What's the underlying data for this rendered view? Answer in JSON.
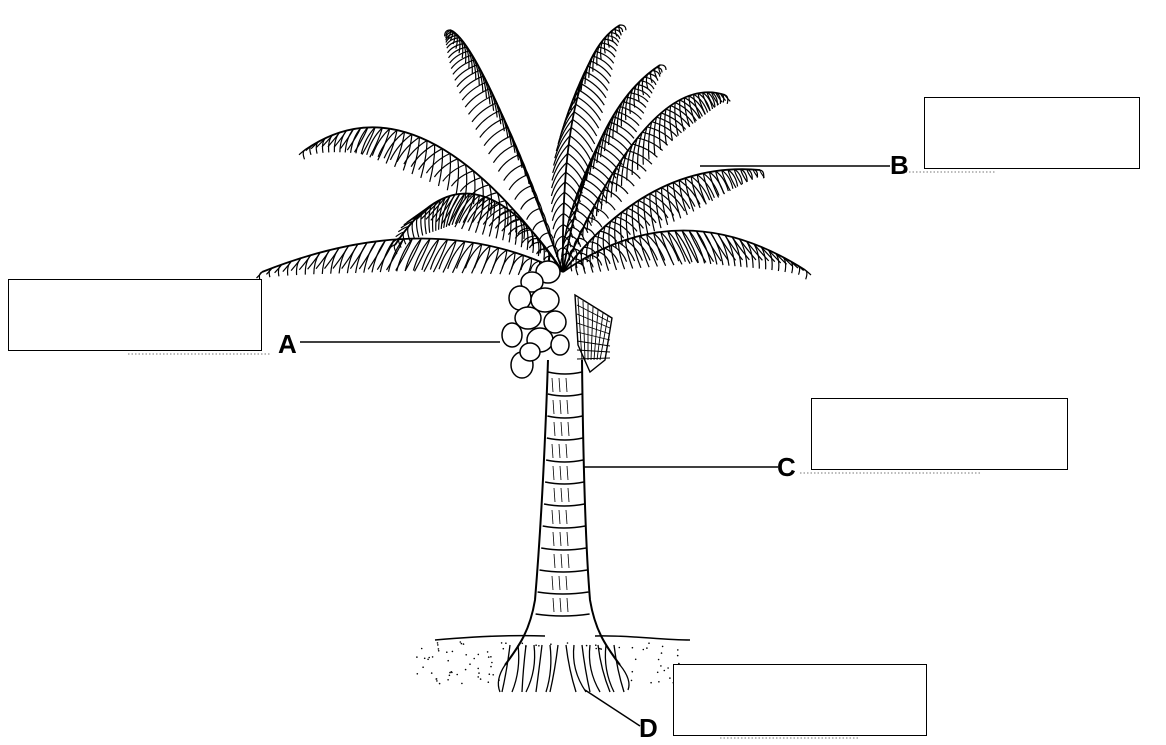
{
  "labels": {
    "a": "A",
    "b": "B",
    "c": "C",
    "d": "D"
  },
  "answer_boxes": {
    "a": "",
    "b": "",
    "c": "",
    "d": ""
  },
  "colors": {
    "ink": "#000000",
    "paper": "#ffffff",
    "dotted": "#777777"
  }
}
